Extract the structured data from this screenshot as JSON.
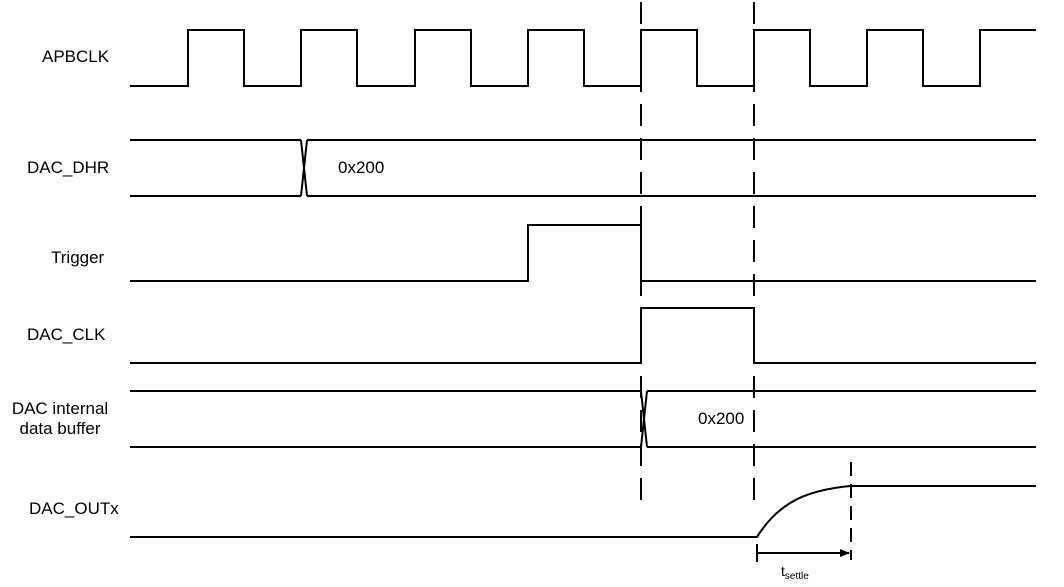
{
  "signals": {
    "apbclk": "APBCLK",
    "dac_dhr": "DAC_DHR",
    "trigger": "Trigger",
    "dac_clk": "DAC_CLK",
    "dac_buffer_line1": "DAC internal",
    "dac_buffer_line2": "data buffer",
    "dac_out": "DAC_OUTx"
  },
  "values": {
    "dac_dhr_value": "0x200",
    "dac_buffer_value": "0x200"
  },
  "annotations": {
    "settle_t": "t",
    "settle_sub": "settle"
  },
  "colors": {
    "line": "#000000",
    "background": "#ffffff"
  }
}
